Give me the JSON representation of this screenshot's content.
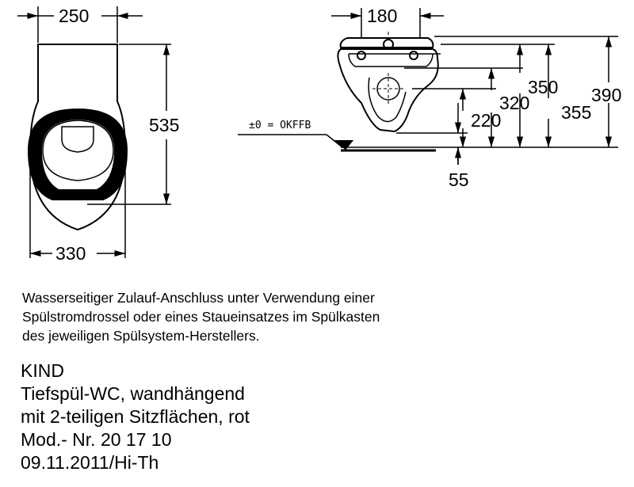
{
  "dimensions": {
    "front_top_width": "250",
    "front_bottom_width": "330",
    "front_height": "535",
    "side_top_width": "180",
    "side_h_390": "390",
    "side_h_350": "350",
    "side_h_355": "355",
    "side_h_320": "320",
    "side_h_220": "220",
    "side_h_55": "55",
    "floor_label": "±0 = OKFFB"
  },
  "note": {
    "lines": [
      "Wasserseitiger Zulauf-Anschluss unter Verwendung einer",
      "Spülstromdrossel oder eines Staueinsatzes im Spülkasten",
      "des jeweiligen Spülsystem-Herstellers."
    ]
  },
  "product": {
    "brand": "KIND",
    "name": "Tiefspül-WC, wandhängend",
    "variant": "mit 2-teiligen Sitzflächen, rot",
    "model": "Mod.- Nr. 20 17 10",
    "date": "09.11.2011/Hi-Th"
  },
  "colors": {
    "line": "#000000",
    "seat_fill": "#000000",
    "background": "#ffffff"
  }
}
